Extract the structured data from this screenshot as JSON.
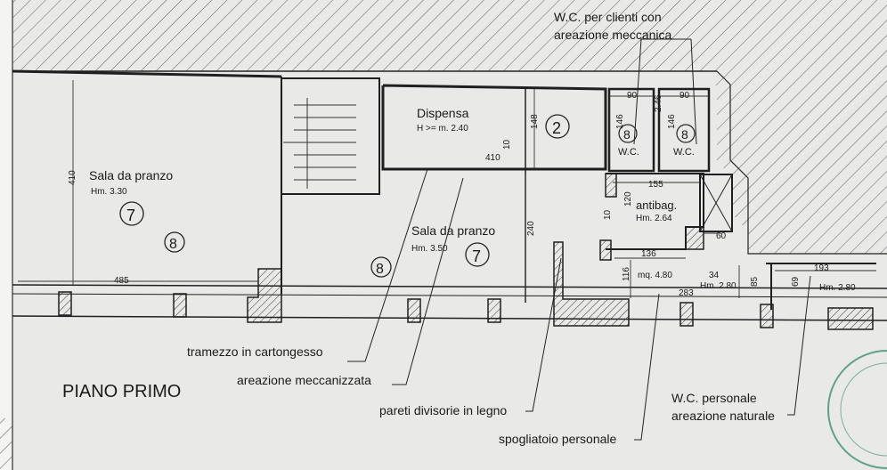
{
  "colors": {
    "paper": "#e9eae7",
    "ink": "#1f1f1f",
    "hatch": "#5c5c5c",
    "stamp": "#2e8b6a"
  },
  "rooms": {
    "sala_left": {
      "name": "Sala da pranzo",
      "height": "Hm. 3.30",
      "circle_a": "7",
      "circle_b": "8"
    },
    "dispensa": {
      "name": "Dispensa",
      "height": "H >= m. 2.40",
      "circle": "2"
    },
    "wc1": {
      "name": "W.C.",
      "circle": "8"
    },
    "wc2": {
      "name": "W.C.",
      "circle": "8"
    },
    "antibag": {
      "name": "antibag.",
      "height": "Hm. 2.64"
    },
    "sala_center": {
      "name": "Sala da pranzo",
      "height": "Hm. 3.50",
      "circle_a": "7",
      "circle_b": "8"
    },
    "spogliatoio": {
      "area": "mq. 4.80"
    },
    "right_1": {
      "height": "Hm. 2.80"
    },
    "right_2": {
      "height": "Hm. 2.80"
    }
  },
  "dims": {
    "d410_v": "410",
    "d485": "485",
    "d148": "148",
    "d410_h": "410",
    "d10": "10",
    "d240": "240",
    "d90_a": "90",
    "d90_b": "90",
    "d146_a": "146",
    "d246": "2.46",
    "d146_b": "146",
    "d155": "155",
    "d120": "120",
    "d10b": "10",
    "d60": "60",
    "d136": "136",
    "d116": "116",
    "d283": "283",
    "d34": "34",
    "d85": "85",
    "d69": "69",
    "d193": "193"
  },
  "annotations": {
    "wc_clienti_1": "W.C. per clienti con",
    "wc_clienti_2": "areazione meccanica",
    "tramezzo": "tramezzo in cartongesso",
    "areazione": "areazione meccanizzata",
    "pareti": "pareti divisorie in legno",
    "spogliatoio": "spogliatoio personale",
    "wc_pers_1": "W.C. personale",
    "wc_pers_2": "areazione naturale"
  },
  "title": "PIANO PRIMO"
}
